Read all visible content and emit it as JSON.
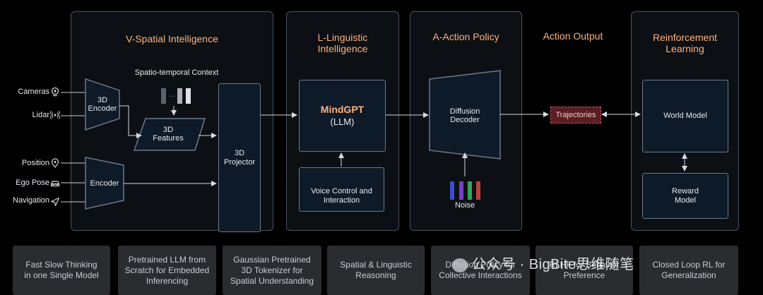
{
  "panels": {
    "spatial": {
      "title": "V-Spatial Intelligence"
    },
    "linguistic": {
      "title_line1": "L-Linguistic",
      "title_line2": "Intelligence"
    },
    "action": {
      "title": "A-Action Policy"
    },
    "output": {
      "title": "Action Output"
    },
    "rl": {
      "title_line1": "Reinforcement",
      "title_line2": "Learning"
    }
  },
  "inputs": [
    "Cameras",
    "Lidar",
    "Position",
    "Ego Pose",
    "Navigation"
  ],
  "nodes": {
    "encoder3d_line1": "3D",
    "encoder3d_line2": "Encoder",
    "context": "Spatio-temporal Context",
    "dots": "...",
    "features_line1": "3D",
    "features_line2": "Features",
    "encoder": "Encoder",
    "projector_line1": "3D",
    "projector_line2": "Projector",
    "mindgpt": "MindGPT",
    "llm": "(LLM)",
    "voice_line1": "Voice Control and",
    "voice_line2": "Interaction",
    "diffusion_line1": "Diffusion",
    "diffusion_line2": "Decoder",
    "noise": "Noise",
    "trajectories": "Trajectories",
    "world_model": "World Model",
    "reward_line1": "Reward",
    "reward_line2": "Model"
  },
  "bottom_cards": [
    {
      "line1": "Fast Slow Thinking",
      "line2": "in one Single Model",
      "line3": ""
    },
    {
      "line1": "Pretrained LLM from",
      "line2": "Scratch for Embedded",
      "line3": "Inferencing"
    },
    {
      "line1": "Gaussian Pretrained",
      "line2": "3D Tokenizer for",
      "line3": "Spatial Understanding"
    },
    {
      "line1": "Spatial & Linguistic",
      "line2": "Reasoning",
      "line3": ""
    },
    {
      "line1": "Diffusion Policy for",
      "line2": "Collective Interactions",
      "line3": ""
    },
    {
      "line1": "RLHF for Behavior",
      "line2": "Preference",
      "line3": ""
    },
    {
      "line1": "Closed Loop RL for",
      "line2": "Generalization",
      "line3": ""
    }
  ],
  "watermark": "公众号 · BigBite思维随笔",
  "colors": {
    "title": "#ffb27a",
    "panel_border": "#4a5361",
    "box_fill": "#0e1a28",
    "trajectory": "#5a1e22"
  },
  "noise_colors": [
    "#3b4bd6",
    "#7a3fc9",
    "#2fa65a",
    "#c23c3c"
  ]
}
